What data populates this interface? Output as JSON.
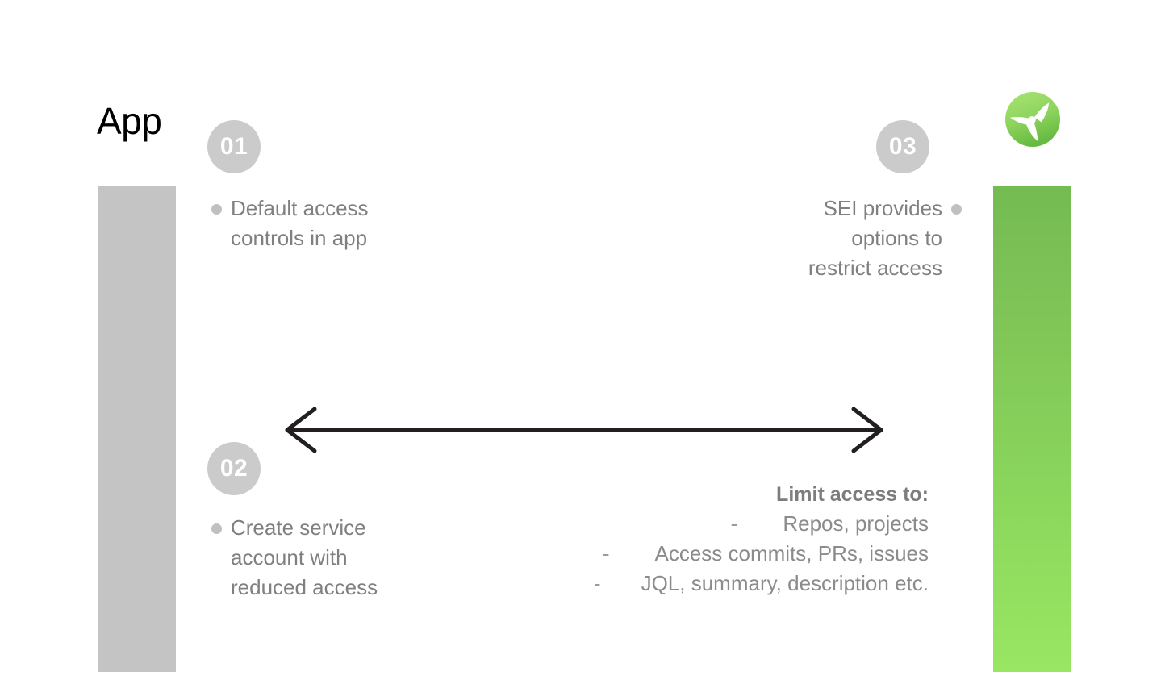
{
  "slide": {
    "title": "App",
    "background_color": "#ffffff"
  },
  "colors": {
    "badge_gray": "#cbcbcb",
    "bar_gray": "#c4c4c4",
    "green_top": "#74bb52",
    "green_bottom": "#99e663",
    "body_text": "#808080",
    "arrow": "#231f20",
    "title_text": "#000000"
  },
  "bars": {
    "left_bar_label": "gray-accent-bar",
    "right_bar_label": "green-accent-bar"
  },
  "logo": {
    "name": "propeller-logo",
    "circle_color_top": "#a3e06a",
    "circle_color_bottom": "#6cbf45",
    "blade_color": "#ffffff"
  },
  "steps": [
    {
      "number": "01",
      "text": "Default access\ncontrols in app",
      "align": "left"
    },
    {
      "number": "02",
      "text": "Create service\naccount with\nreduced access",
      "align": "left"
    },
    {
      "number": "03",
      "text": "SEI provides\noptions to\nrestrict access",
      "align": "right"
    }
  ],
  "arrow": {
    "name": "double-headed-arrow",
    "direction": "bidirectional"
  },
  "limit_access": {
    "heading": "Limit access to:",
    "items": [
      {
        "dash": "-",
        "text": "Repos, projects"
      },
      {
        "dash": "-",
        "text": "Access commits, PRs, issues"
      },
      {
        "dash": "-",
        "text": "JQL, summary, description etc."
      }
    ]
  }
}
